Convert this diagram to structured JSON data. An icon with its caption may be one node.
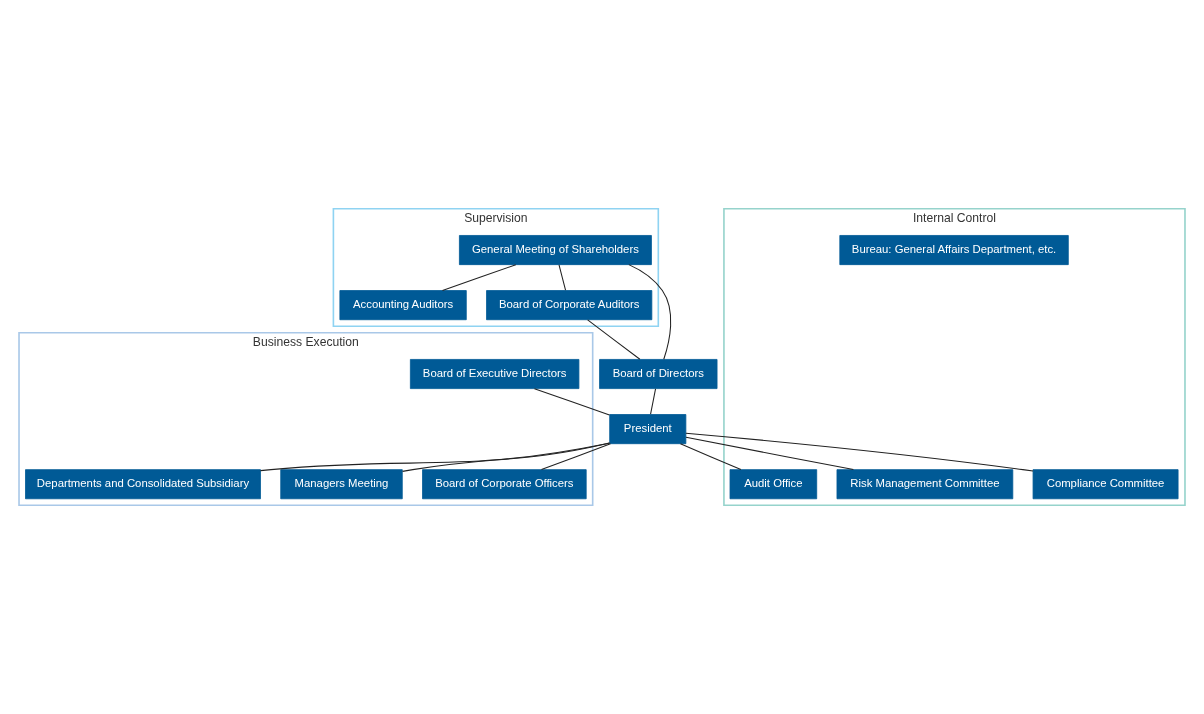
{
  "diagram": {
    "nodes": [
      {
        "text": [
          "Supervision"
        ]
      },
      {
        "text": [
          "General Meeting of Shareholders"
        ],
        "in": 0
      },
      {
        "text": [
          "Accounting Auditors"
        ],
        "in": 0
      },
      {
        "text": [
          "Board of Corporate Auditors"
        ],
        "in": 0
      },
      {
        "text": [
          "Board of Directors"
        ]
      },
      {
        "text": [
          "Business Execution"
        ]
      },
      {
        "text": [
          "Board of Executive Directors"
        ],
        "in": 5
      },
      {
        "text": [
          "President"
        ]
      },
      {
        "text": [
          "Board of Corporate Officers"
        ],
        "in": 5
      },
      {
        "text": [
          "Managers Meeting"
        ],
        "in": 5
      },
      {
        "text": [
          "Departments and Consolidated Subsidiary"
        ],
        "in": 5
      },
      {
        "text": [
          "Internal Control"
        ]
      },
      {
        "text": [
          "Compliance Committee"
        ],
        "in": 11
      },
      {
        "text": [
          "Risk Management Committee"
        ],
        "in": 11
      },
      {
        "text": [
          "Audit Office"
        ],
        "in": 11
      },
      {
        "text": [
          "Bureau: General Affairs Department, etc."
        ],
        "in": 11
      }
    ],
    "edges": [
      {
        "from": 1,
        "to": 2,
        "arrow": "none"
      },
      {
        "from": 1,
        "to": 3,
        "arrow": "none"
      },
      {
        "from": 1,
        "to": 4,
        "arrow": "none"
      },
      {
        "from": 3,
        "to": 4,
        "arrow": "none"
      },
      {
        "from": 4,
        "to": 7,
        "arrow": "none"
      },
      {
        "from": 6,
        "to": 7,
        "arrow": "none"
      },
      {
        "from": 7,
        "to": 8,
        "arrow": "none"
      },
      {
        "from": 7,
        "to": 9,
        "arrow": "none"
      },
      {
        "from": 7,
        "to": 10,
        "arrow": "none"
      },
      {
        "from": 7,
        "to": 12,
        "arrow": "none"
      },
      {
        "from": 7,
        "to": 13,
        "arrow": "none"
      },
      {
        "from": 7,
        "to": 14,
        "arrow": "none"
      }
    ]
  }
}
